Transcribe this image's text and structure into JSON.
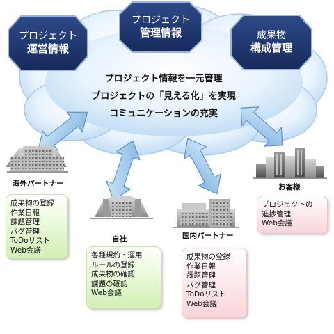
{
  "hexagons": [
    {
      "line1": "プロジェクト",
      "line2": "運営情報"
    },
    {
      "line1": "プロジェクト",
      "line2": "管理情報"
    },
    {
      "line1": "成果物",
      "line2": "構成管理"
    }
  ],
  "cloud": {
    "lines": [
      "プロジェクト情報を一元管理",
      "プロジェクトの「見える化」を実現",
      "コミュニケーションの充実"
    ]
  },
  "parties": {
    "overseas": {
      "label": "海外パートナー",
      "items": [
        "成果物の登録",
        "作業日報",
        "課題管理",
        "バグ管理",
        "ToDoリスト",
        "Web会議"
      ]
    },
    "company": {
      "label": "自社",
      "items": [
        "各種規約・運用",
        "ルールの登録",
        "成果物の確認",
        "課題の確認",
        "Web会議"
      ]
    },
    "domestic": {
      "label": "国内パートナー",
      "items": [
        "成果物の登録",
        "作業日報",
        "課題管理",
        "バグ管理",
        "ToDoリスト",
        "Web会議"
      ]
    },
    "customer": {
      "label": "お客様",
      "items": [
        "プロジェクトの",
        "進捗管理",
        "Web会議"
      ]
    }
  },
  "colors": {
    "hexagon_fill": "#1f3468",
    "cloud_fill": "#d8eaf9",
    "arrow_fill": "#a8cdee",
    "partner_box": "#d8f0c0",
    "customer_box": "#f8d8dc"
  }
}
